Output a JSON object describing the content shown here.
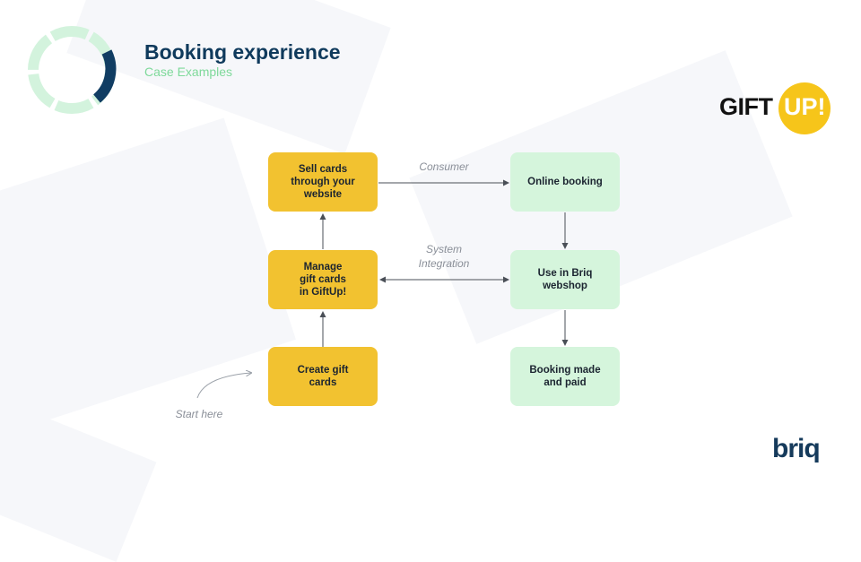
{
  "header": {
    "title": "Booking experience",
    "subtitle": "Case Examples"
  },
  "logos": {
    "partner_left": "GIFT",
    "partner_right": "UP!",
    "brand": "briq"
  },
  "colors": {
    "title": "#0f3a5c",
    "subtitle": "#7ed99a",
    "yellow_node": "#f2c230",
    "green_node": "#d5f5dc",
    "ring_light": "#d3f3dd",
    "ring_dark": "#113d63",
    "giftup_yellow": "#f6c51a"
  },
  "flow": {
    "nodes": {
      "sell": "Sell cards\nthrough your\nwebsite",
      "manage": "Manage\ngift cards\nin GiftUp!",
      "create": "Create gift\ncards",
      "online": "Online booking",
      "use": "Use  in Briq\nwebshop",
      "made": "Booking made\nand paid"
    },
    "labels": {
      "consumer": "Consumer",
      "integration": "System\nIntegration",
      "start": "Start here"
    }
  }
}
